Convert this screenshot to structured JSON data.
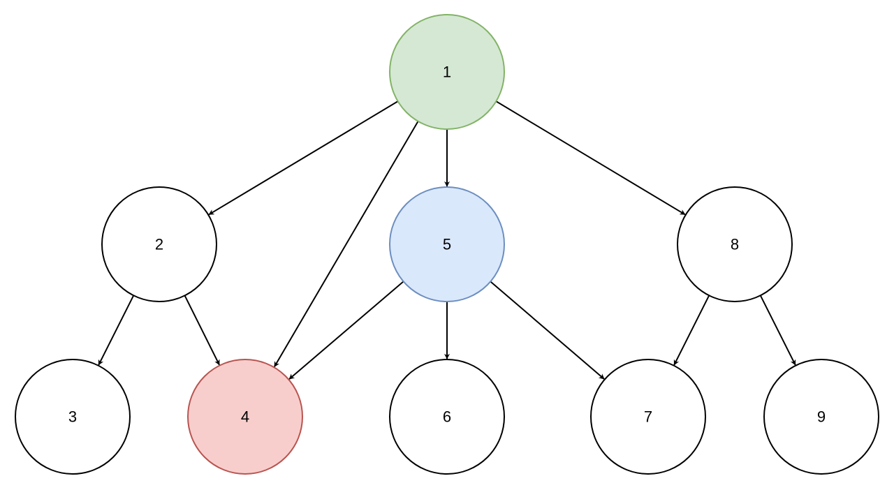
{
  "nodes": [
    {
      "id": "1",
      "label": "1",
      "fill": "#d5e8d4",
      "stroke": "#82b366"
    },
    {
      "id": "2",
      "label": "2",
      "fill": "#ffffff",
      "stroke": "#000000"
    },
    {
      "id": "5",
      "label": "5",
      "fill": "#dae8fc",
      "stroke": "#6c8ebf"
    },
    {
      "id": "8",
      "label": "8",
      "fill": "#ffffff",
      "stroke": "#000000"
    },
    {
      "id": "3",
      "label": "3",
      "fill": "#ffffff",
      "stroke": "#000000"
    },
    {
      "id": "4",
      "label": "4",
      "fill": "#f8cecc",
      "stroke": "#b85450"
    },
    {
      "id": "6",
      "label": "6",
      "fill": "#ffffff",
      "stroke": "#000000"
    },
    {
      "id": "7",
      "label": "7",
      "fill": "#ffffff",
      "stroke": "#000000"
    },
    {
      "id": "9",
      "label": "9",
      "fill": "#ffffff",
      "stroke": "#000000"
    }
  ],
  "edges": [
    {
      "from": "1",
      "to": "2"
    },
    {
      "from": "1",
      "to": "4"
    },
    {
      "from": "1",
      "to": "5"
    },
    {
      "from": "1",
      "to": "8"
    },
    {
      "from": "2",
      "to": "3"
    },
    {
      "from": "2",
      "to": "4"
    },
    {
      "from": "5",
      "to": "4"
    },
    {
      "from": "5",
      "to": "6"
    },
    {
      "from": "5",
      "to": "7"
    },
    {
      "from": "8",
      "to": "7"
    },
    {
      "from": "8",
      "to": "9"
    }
  ]
}
